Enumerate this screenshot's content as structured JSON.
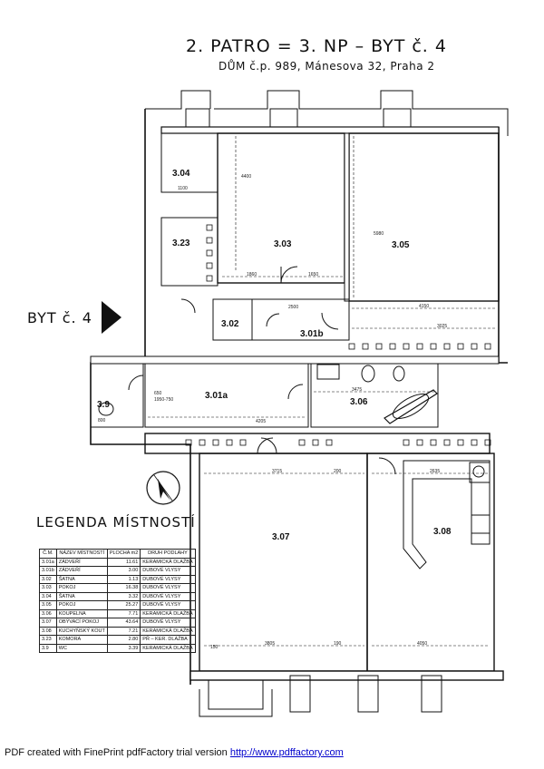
{
  "header": {
    "title": "2. PATRO = 3. NP – BYT č. 4",
    "subtitle": "DŮM č.p. 989, Mánesova 32, Praha 2"
  },
  "unit_label": "BYT č. 4",
  "rooms": [
    {
      "id": "3.04"
    },
    {
      "id": "3.23"
    },
    {
      "id": "3.03"
    },
    {
      "id": "3.05"
    },
    {
      "id": "3.02"
    },
    {
      "id": "3.01b"
    },
    {
      "id": "3.01a"
    },
    {
      "id": "3.9"
    },
    {
      "id": "3.06"
    },
    {
      "id": "3.07"
    },
    {
      "id": "3.08"
    }
  ],
  "dimensions": {
    "d1100": "1100",
    "d3025": "3025",
    "d4150": "4150",
    "d1860": "1860",
    "d1650": "1650",
    "d3475": "3475",
    "d4205": "4205",
    "d3715": "3715",
    "d3805": "3805",
    "d4050": "4050",
    "d2635": "2635",
    "d5980": "5980",
    "d4400": "4400",
    "d2500": "2500",
    "d1950": "1950-750",
    "d650": "650",
    "d800": "800",
    "d200": "200",
    "d150": "150",
    "d190": "190"
  },
  "legend": {
    "title": "LEGENDA MÍSTNOSTÍ",
    "headers": [
      "Č.M.",
      "NÁZEV MÍSTNOSTÍ",
      "PLOCHA m2",
      "DRUH PODLAHY"
    ],
    "rows": [
      [
        "3.01a",
        "ZÁDVEŘÍ",
        "11.61",
        "KERAMICKÁ DLAŽBA"
      ],
      [
        "3.01b",
        "ZÁDVEŘÍ",
        "3.00",
        "DUBOVÉ VLYSY"
      ],
      [
        "3.02",
        "ŠATNA",
        "1.13",
        "DUBOVÉ VLYSY"
      ],
      [
        "3.03",
        "POKOJ",
        "16.38",
        "DUBOVÉ VLYSY"
      ],
      [
        "3.04",
        "ŠATNA",
        "3.32",
        "DUBOVÉ VLYSY"
      ],
      [
        "3.05",
        "POKOJ",
        "25.27",
        "DUBOVÉ VLYSY"
      ],
      [
        "3.06",
        "KOUPELNA",
        "7.71",
        "KERAMICKÁ DLAŽBA"
      ],
      [
        "3.07",
        "OBÝVACÍ POKOJ",
        "43.64",
        "DUBOVÉ VLYSY"
      ],
      [
        "3.08",
        "KUCHYŇSKÝ KOUT",
        "7.21",
        "KERAMICKÁ DLAŽBA"
      ],
      [
        "3.23",
        "KOMORA",
        "2.80",
        "PŘ – KER. DLAŽBA"
      ],
      [
        "3.9",
        "WC",
        "3.39",
        "KERAMICKÁ DLAŽBA"
      ]
    ]
  },
  "footer": {
    "text": "PDF created with FinePrint pdfFactory trial version",
    "link": "http://www.pdffactory.com"
  }
}
